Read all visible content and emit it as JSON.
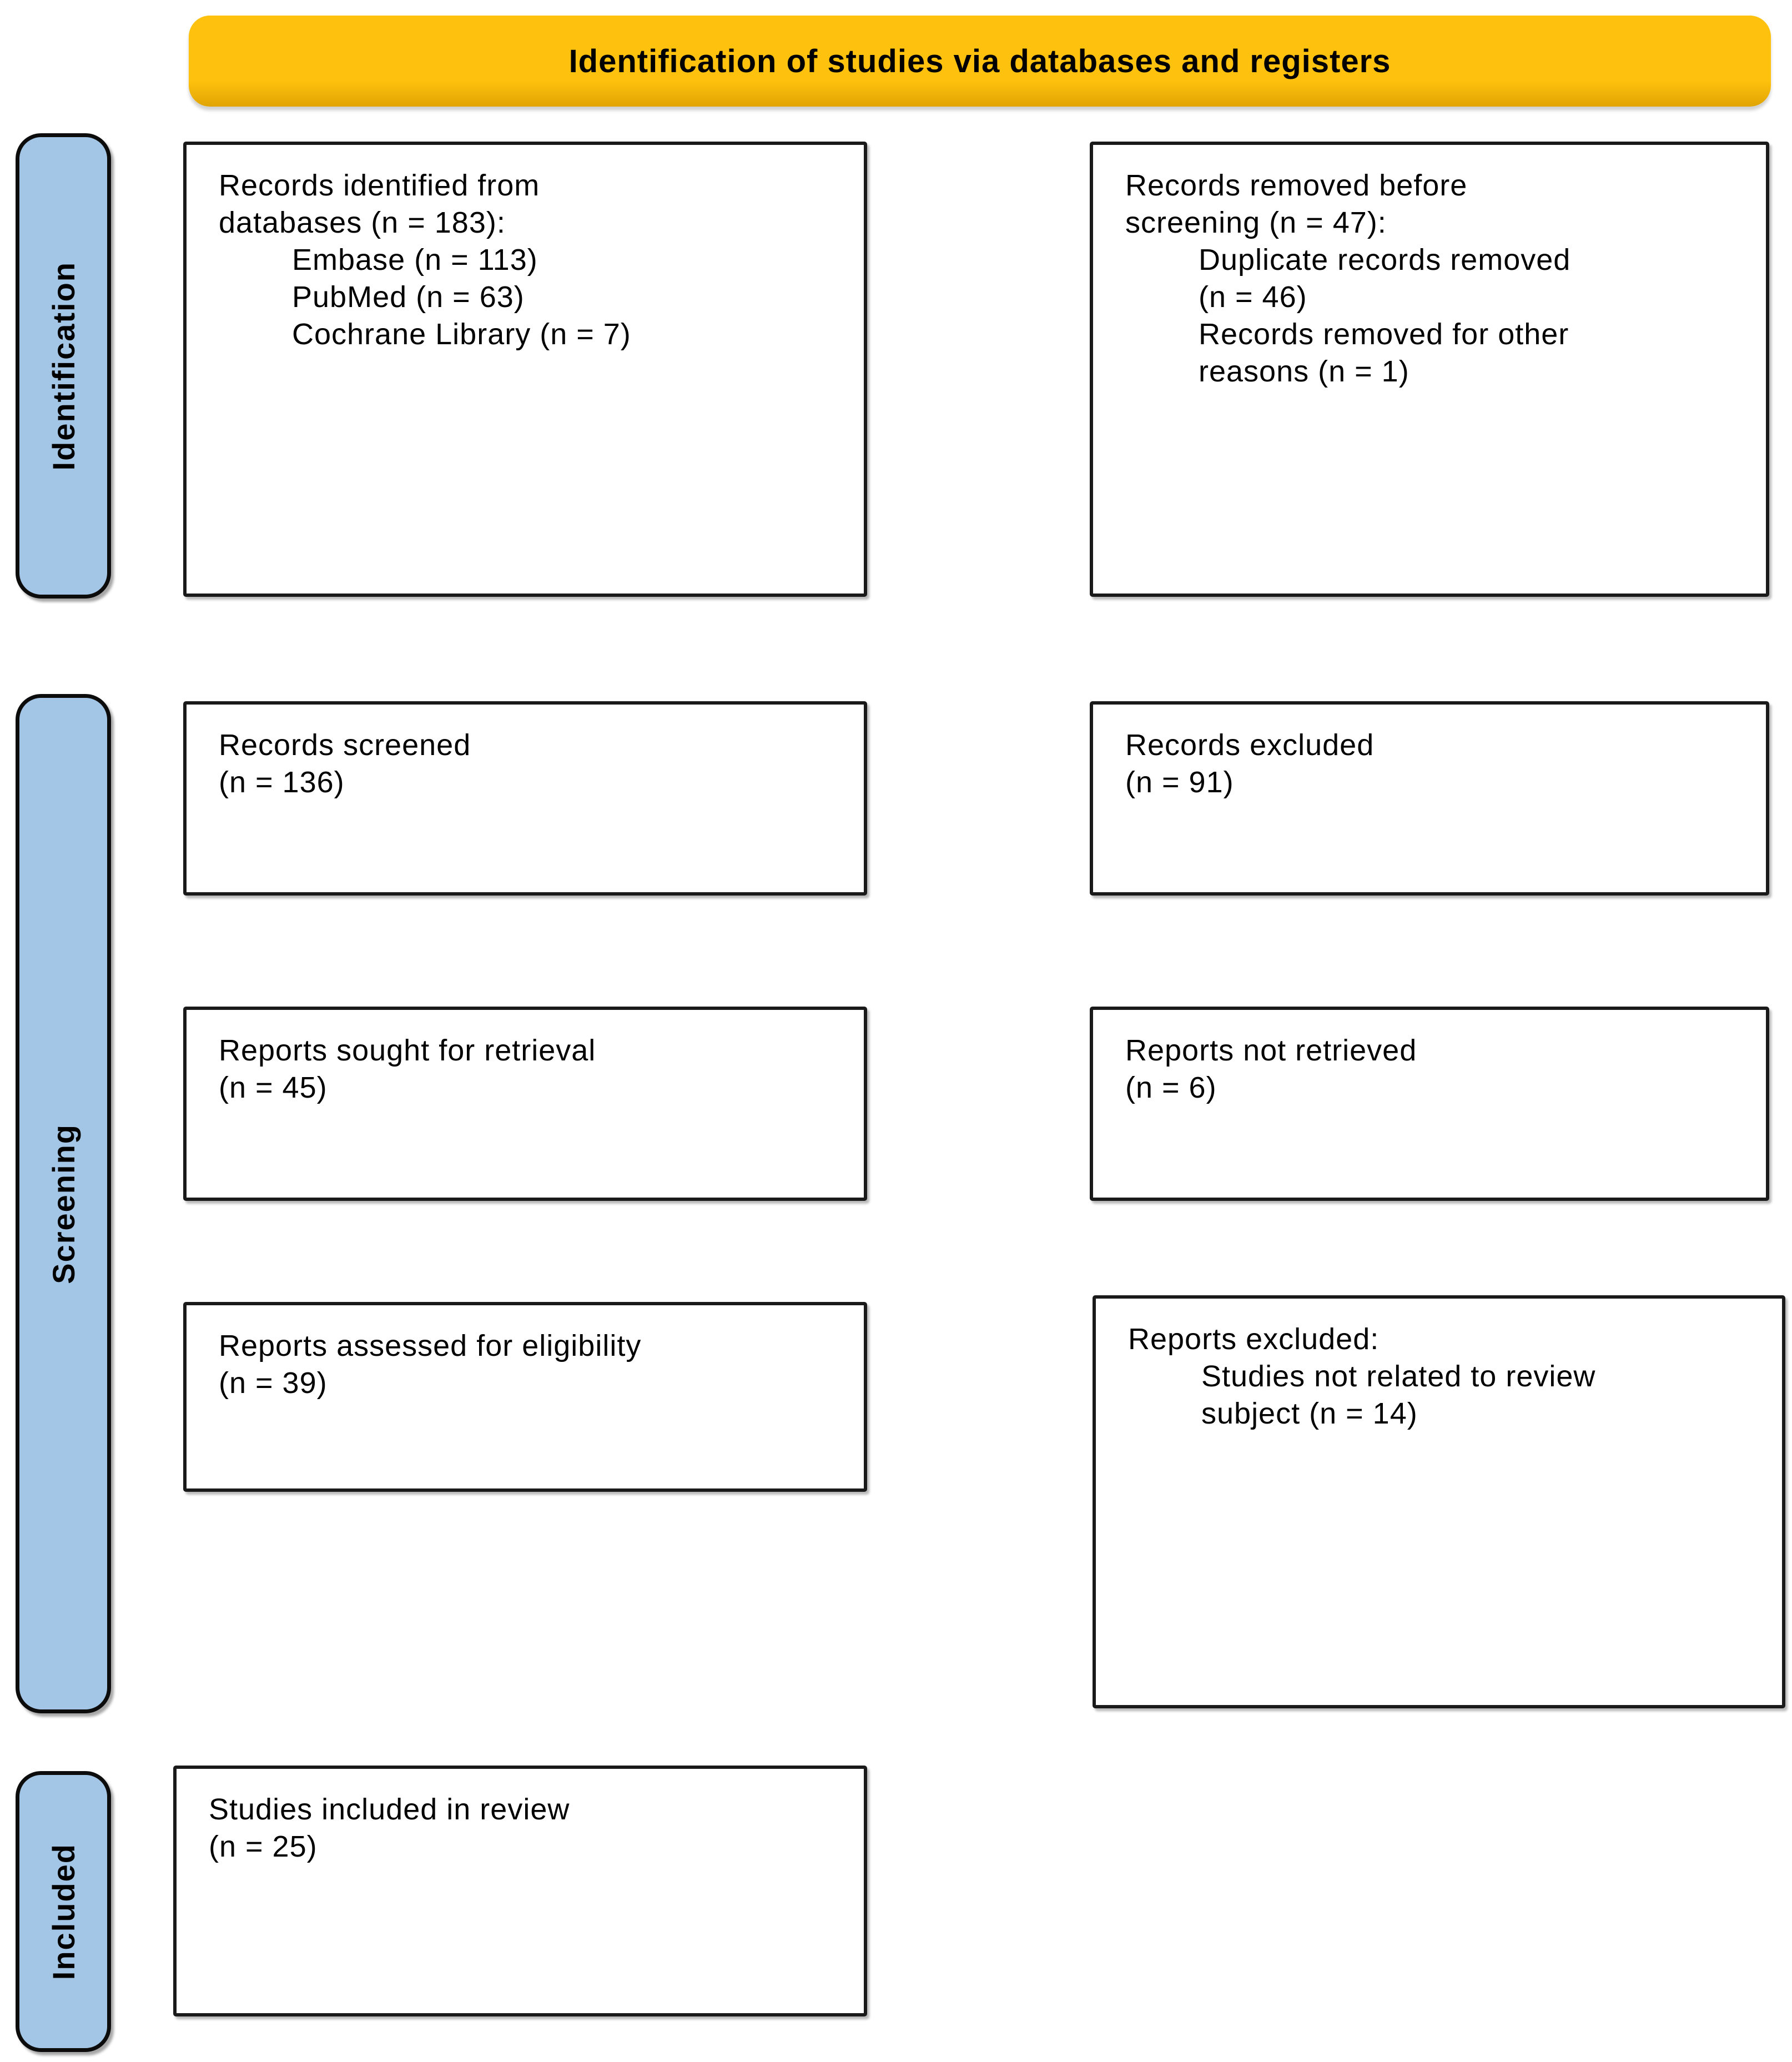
{
  "header": {
    "title": "Identification of studies via databases and registers"
  },
  "colors": {
    "header_bg": "#FEC10D",
    "header_bg_dark": "#E0A404",
    "stage_bg": "#A4C6E6"
  },
  "stages": [
    {
      "key": "identification",
      "label": "Identification"
    },
    {
      "key": "screening",
      "label": "Screening"
    },
    {
      "key": "included",
      "label": "Included"
    }
  ],
  "boxes": [
    {
      "key": "records-identified",
      "lines": [
        {
          "t": "Records identified from",
          "ind": 0
        },
        {
          "t": "databases (n = 183):",
          "ind": 0
        },
        {
          "t": "Embase (n = 113)",
          "ind": 1
        },
        {
          "t": "PubMed (n = 63)",
          "ind": 1
        },
        {
          "t": "Cochrane Library (n = 7)",
          "ind": 1
        }
      ]
    },
    {
      "key": "records-removed",
      "lines": [
        {
          "t": "Records removed before",
          "ind": 0
        },
        {
          "t": "screening (n = 47):",
          "ind": 0
        },
        {
          "t": "Duplicate records removed",
          "ind": 1
        },
        {
          "t": "(n = 46)",
          "ind": 1
        },
        {
          "t": "Records removed for other",
          "ind": 1
        },
        {
          "t": "reasons (n = 1)",
          "ind": 1
        }
      ]
    },
    {
      "key": "records-screened",
      "lines": [
        {
          "t": "Records screened",
          "ind": 0
        },
        {
          "t": "(n = 136)",
          "ind": 0
        }
      ]
    },
    {
      "key": "records-excluded",
      "lines": [
        {
          "t": "Records excluded",
          "ind": 0
        },
        {
          "t": "(n = 91)",
          "ind": 0
        }
      ]
    },
    {
      "key": "reports-sought",
      "lines": [
        {
          "t": "Reports sought for retrieval",
          "ind": 0
        },
        {
          "t": "(n = 45)",
          "ind": 0
        }
      ]
    },
    {
      "key": "reports-not-retrieved",
      "lines": [
        {
          "t": "Reports not retrieved",
          "ind": 0
        },
        {
          "t": "(n = 6)",
          "ind": 0
        }
      ]
    },
    {
      "key": "reports-assessed",
      "lines": [
        {
          "t": "Reports assessed for eligibility",
          "ind": 0
        },
        {
          "t": "(n = 39)",
          "ind": 0
        }
      ]
    },
    {
      "key": "reports-excluded",
      "lines": [
        {
          "t": "Reports excluded:",
          "ind": 0
        },
        {
          "t": "Studies not related to review",
          "ind": 1
        },
        {
          "t": "subject (n = 14)",
          "ind": 1
        }
      ]
    },
    {
      "key": "studies-included",
      "lines": [
        {
          "t": "Studies included in review",
          "ind": 0
        },
        {
          "t": "(n = 25)",
          "ind": 0
        }
      ]
    }
  ]
}
